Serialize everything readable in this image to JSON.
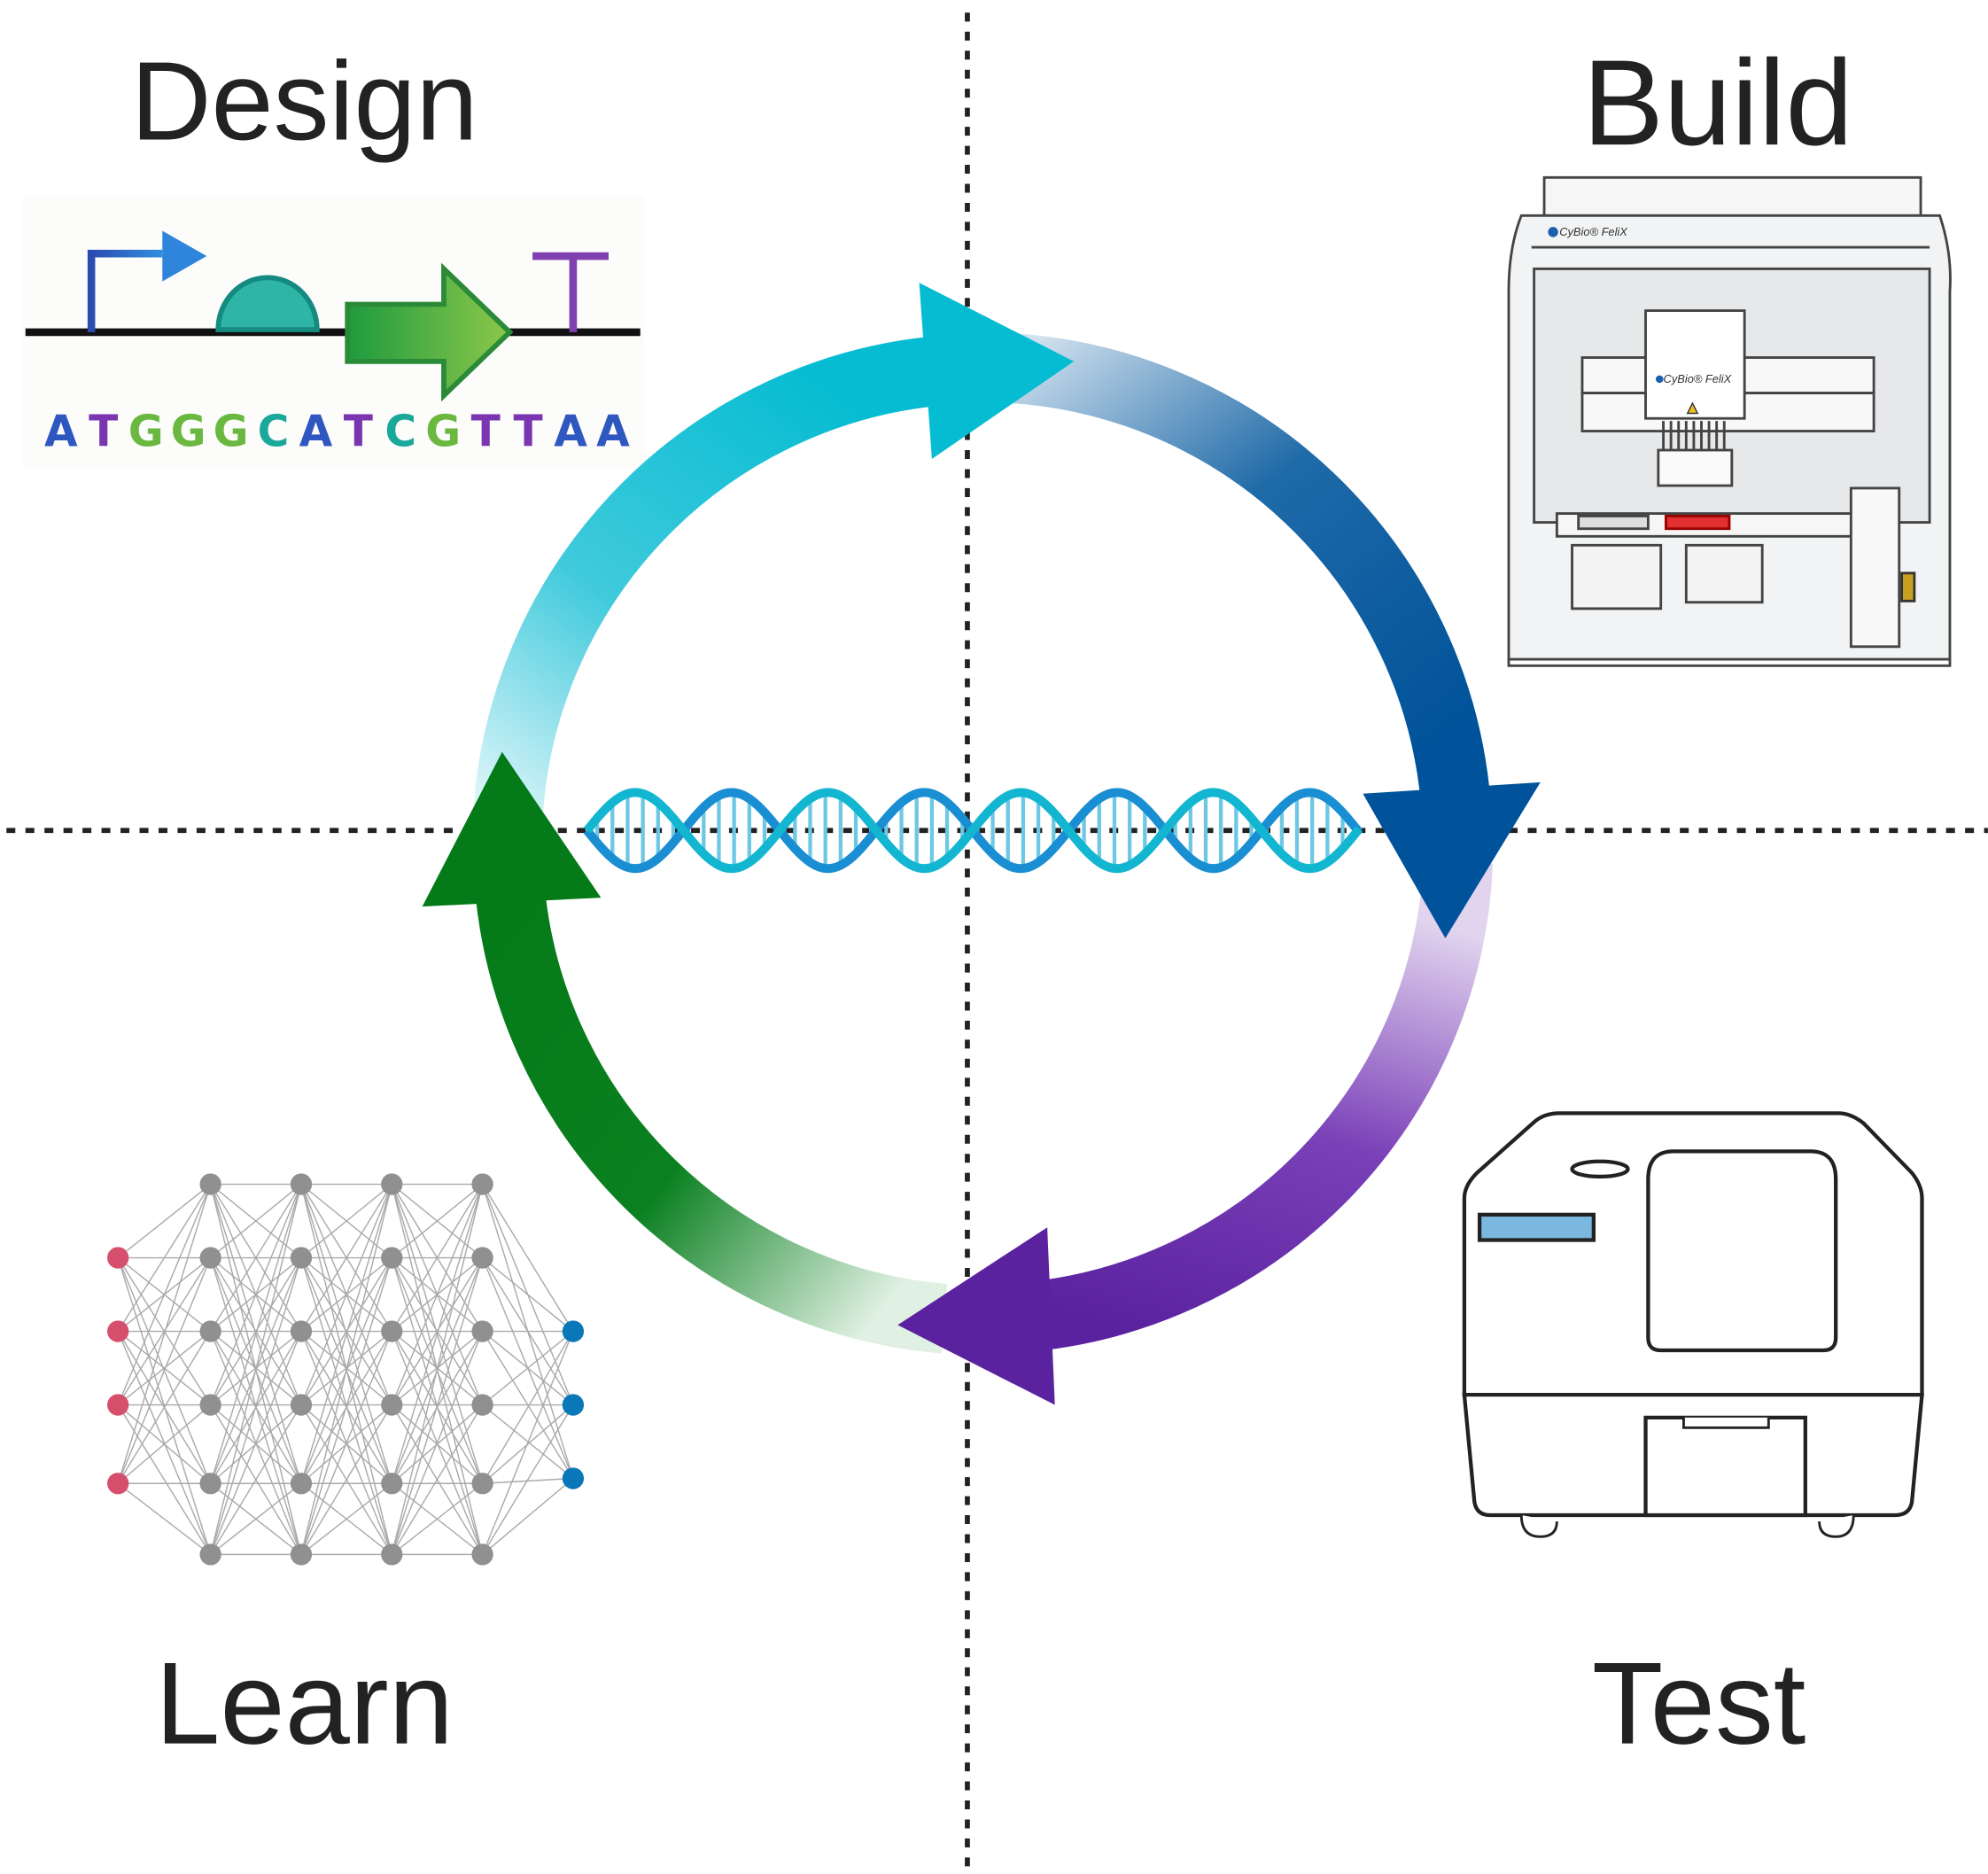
{
  "quadrants": {
    "design": {
      "label": "Design",
      "sequence": [
        "A",
        "T",
        "G",
        "G",
        "G",
        "C",
        "A",
        "T",
        "C",
        "G",
        "T",
        "T",
        "A",
        "A"
      ]
    },
    "build": {
      "label": "Build",
      "instrument_brand": "CyBio® FeliX"
    },
    "test": {
      "label": "Test"
    },
    "learn": {
      "label": "Learn"
    }
  },
  "cycle": {
    "arrows": [
      {
        "name": "design-to-build",
        "color": "#06bcd2"
      },
      {
        "name": "build-to-test",
        "color": "#00529a"
      },
      {
        "name": "test-to-learn",
        "color": "#5b22a0"
      },
      {
        "name": "learn-to-design",
        "color": "#057a18"
      }
    ],
    "center_icon": "dna-double-helix-icon"
  },
  "sequence_colors": {
    "A": "#2f57c0",
    "T": "#7a36b0",
    "G": "#6ab840",
    "C": "#1aa89a"
  },
  "network": {
    "input_nodes": 4,
    "hidden_layers": 4,
    "hidden_nodes": 6,
    "output_nodes": 3,
    "input_color": "#d6506e",
    "hidden_color": "#909090",
    "output_color": "#0a78b8"
  }
}
